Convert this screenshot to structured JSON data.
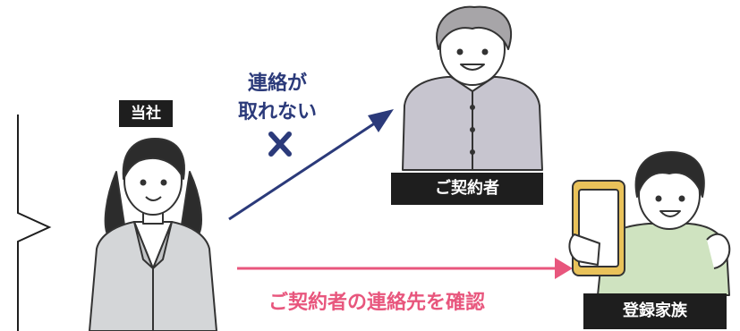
{
  "labels": {
    "company": "当社",
    "contractor": "ご契約者",
    "family": "登録家族"
  },
  "annotations": {
    "no_contact_line1": "連絡が",
    "no_contact_line2": "取れない",
    "confirm": "ご契約者の連絡先を確認"
  },
  "icons": {
    "fail_mark": "x-mark-icon",
    "phone": "smartphone-icon"
  },
  "colors": {
    "navy": "#2b3a7a",
    "pink": "#e8567d",
    "label_bg": "#1e1e1e",
    "suit_gray": "#d4d6d8",
    "cardigan_lavender": "#c7c5cf",
    "shirt_green": "#cfe3c0",
    "phone_gold": "#e9c25a"
  }
}
